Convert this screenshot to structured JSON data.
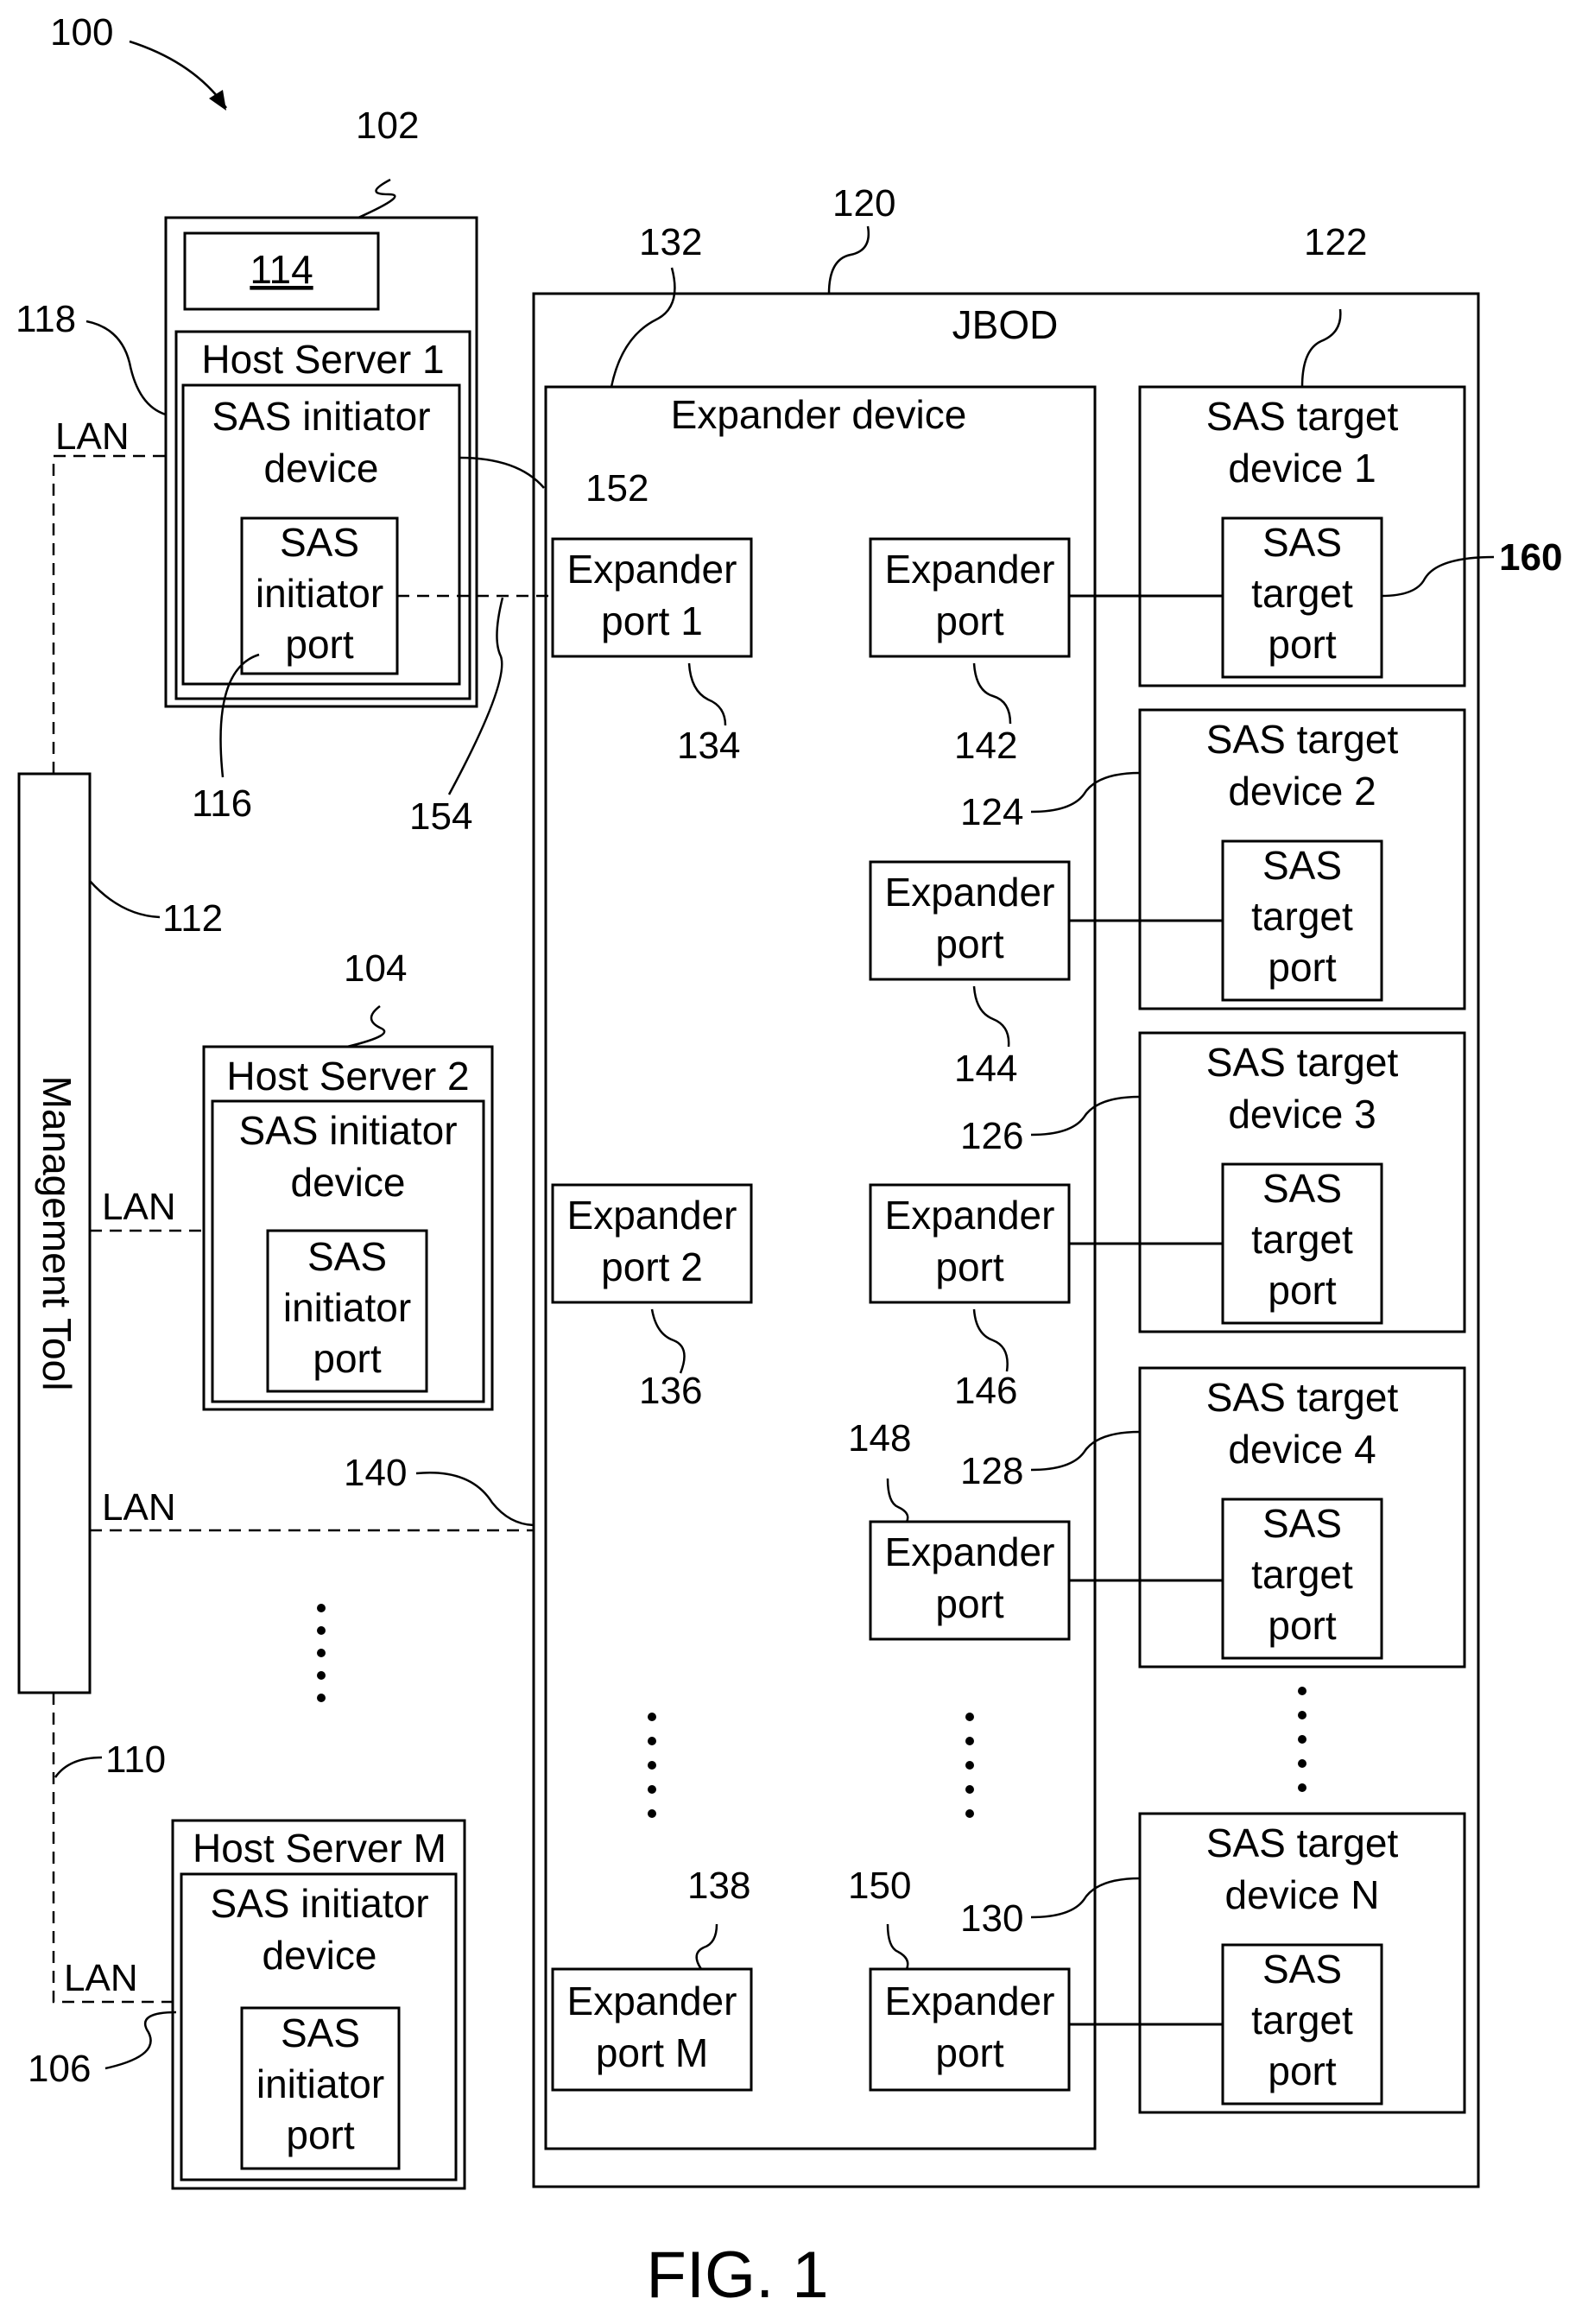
{
  "figure": {
    "ref_main": "100",
    "caption": "FIG. 1",
    "jbod": {
      "title": "JBOD",
      "ref": "120",
      "ref_conn": "140"
    },
    "expander_device": {
      "title": "Expander device",
      "ref": "132"
    },
    "management_tool": {
      "label": "Management Tool",
      "ref": "112"
    },
    "lan_label": "LAN",
    "lan_refs": {
      "host1": "118",
      "hostM": "110"
    },
    "host_servers": [
      {
        "title": "Host Server 1",
        "ref": "102",
        "storage_ref": "114",
        "initiator_device_lines": [
          "SAS initiator",
          "device"
        ],
        "initiator_device_ref": "152",
        "initiator_port_lines": [
          "SAS",
          "initiator",
          "port"
        ],
        "initiator_port_ref": "116",
        "link_ref": "154"
      },
      {
        "title": "Host Server 2",
        "ref": "104",
        "initiator_device_lines": [
          "SAS initiator",
          "device"
        ],
        "initiator_port_lines": [
          "SAS",
          "initiator",
          "port"
        ]
      },
      {
        "title": "Host Server M",
        "ref": "106",
        "initiator_device_lines": [
          "SAS initiator",
          "device"
        ],
        "initiator_port_lines": [
          "SAS",
          "initiator",
          "port"
        ]
      }
    ],
    "expander_ports_left": [
      {
        "lines": [
          "Expander",
          "port 1"
        ],
        "ref": "134"
      },
      {
        "lines": [
          "Expander",
          "port 2"
        ],
        "ref": "136"
      },
      {
        "lines": [
          "Expander",
          "port M"
        ],
        "ref": "138"
      }
    ],
    "expander_ports_right": [
      {
        "lines": [
          "Expander",
          "port"
        ],
        "ref": "142"
      },
      {
        "lines": [
          "Expander",
          "port"
        ],
        "ref": "144"
      },
      {
        "lines": [
          "Expander",
          "port"
        ],
        "ref": "146"
      },
      {
        "lines": [
          "Expander",
          "port"
        ],
        "ref": "148"
      },
      {
        "lines": [
          "Expander",
          "port"
        ],
        "ref": "150"
      }
    ],
    "target_devices": [
      {
        "lines": [
          "SAS target",
          "device 1"
        ],
        "ref": "122",
        "port_ref": "160"
      },
      {
        "lines": [
          "SAS target",
          "device 2"
        ],
        "ref": "124"
      },
      {
        "lines": [
          "SAS target",
          "device 3"
        ],
        "ref": "126"
      },
      {
        "lines": [
          "SAS target",
          "device 4"
        ],
        "ref": "128"
      },
      {
        "lines": [
          "SAS target",
          "device N"
        ],
        "ref": "130"
      }
    ],
    "target_port_lines": [
      "SAS",
      "target",
      "port"
    ]
  }
}
